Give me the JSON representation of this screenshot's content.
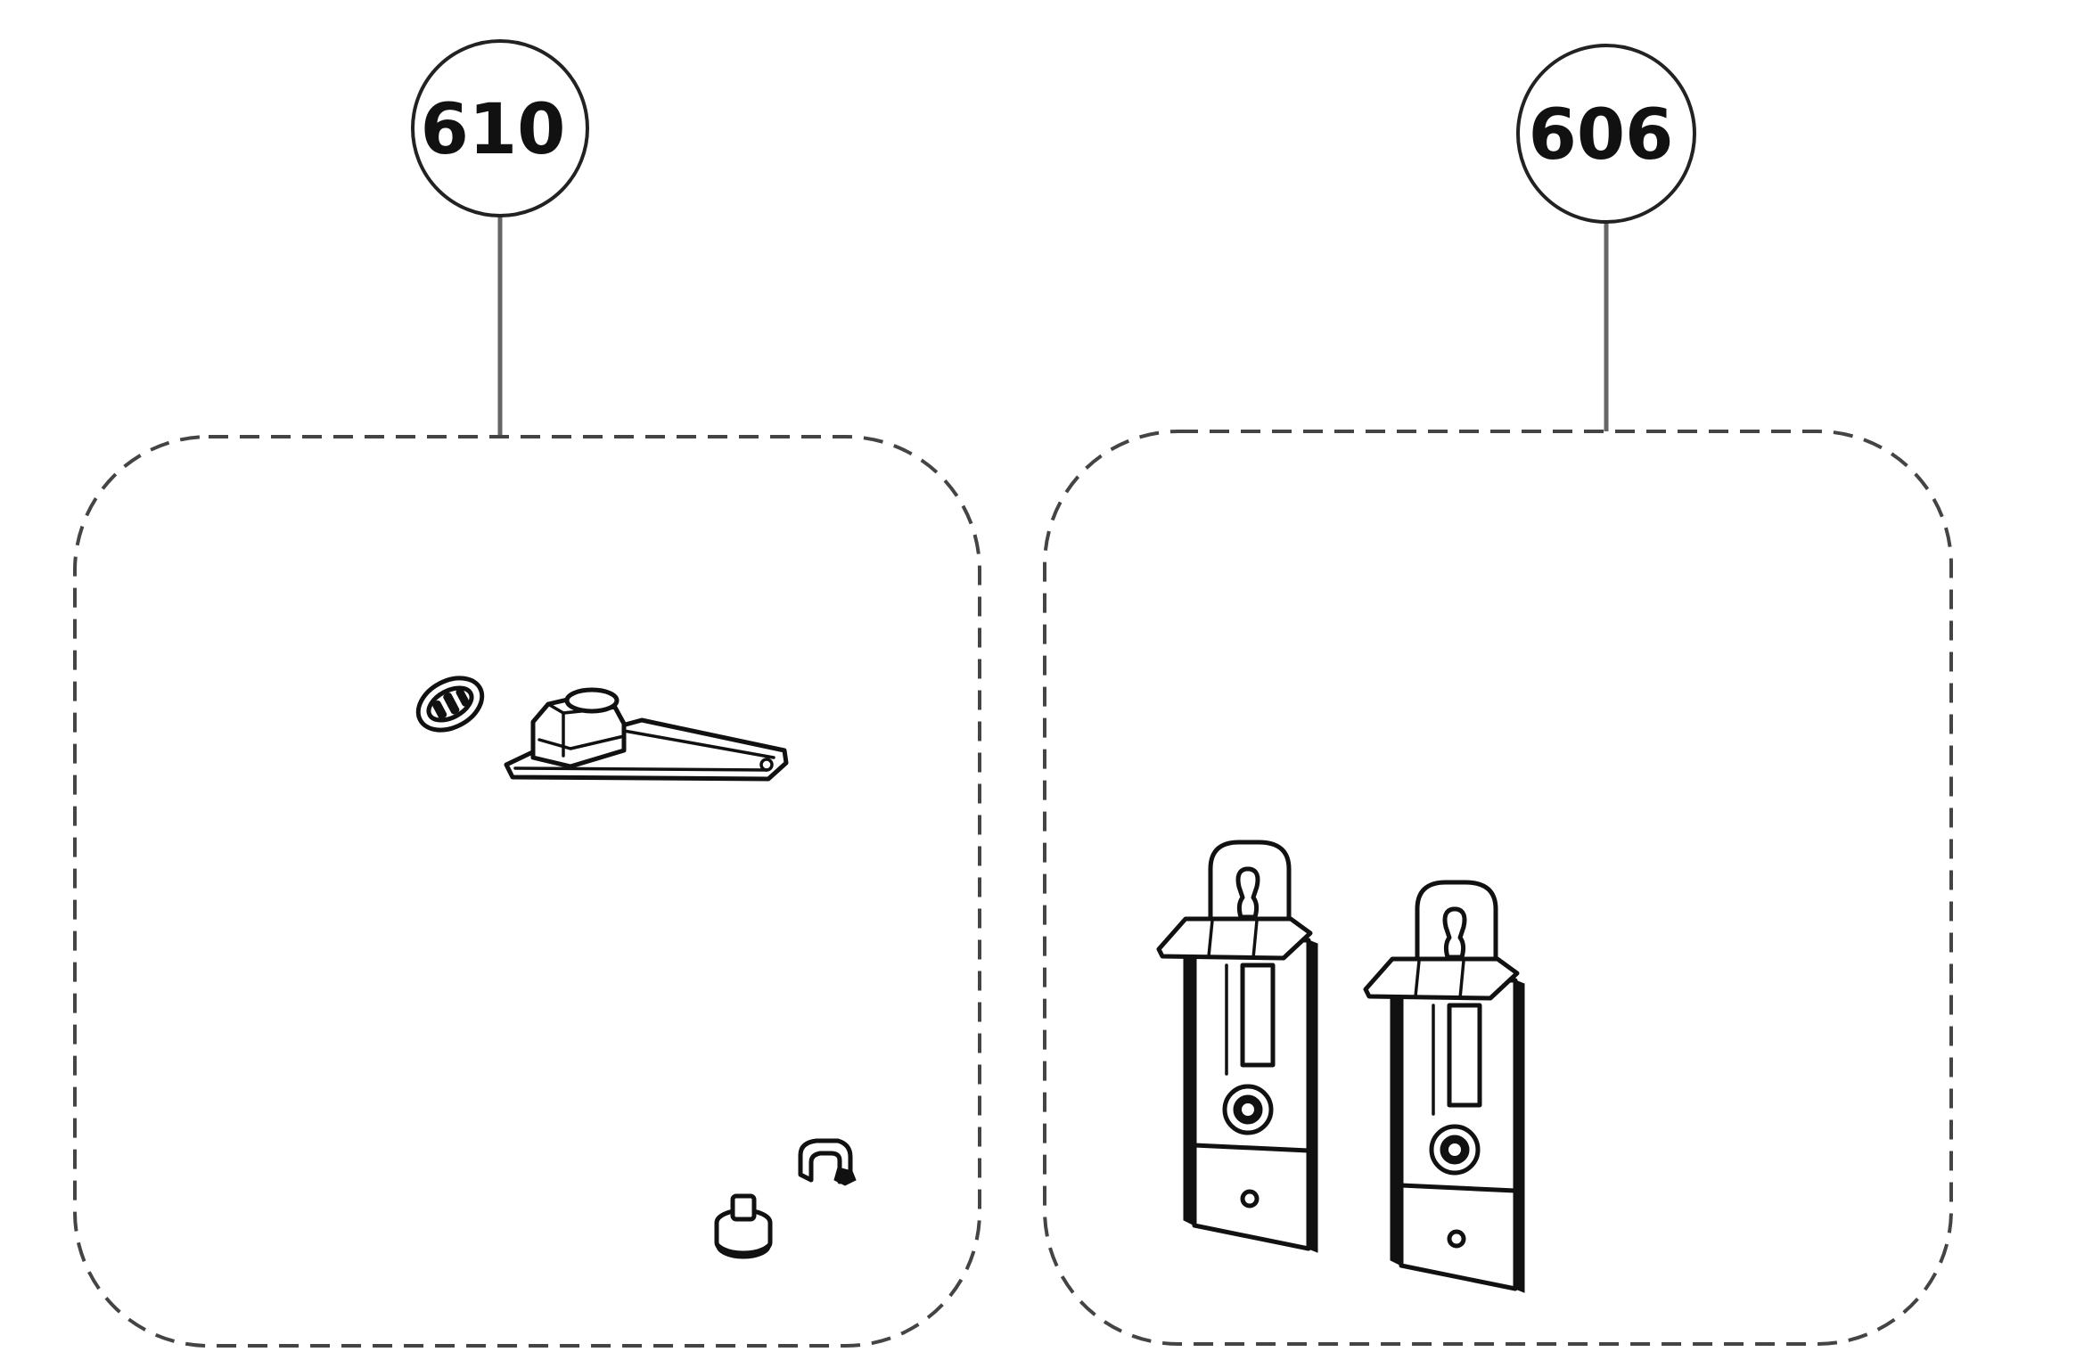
{
  "diagram": {
    "callouts": [
      {
        "id": "left",
        "label": "610"
      },
      {
        "id": "right",
        "label": "606"
      }
    ],
    "colors": {
      "ink": "#111111",
      "dashed_border": "#444444",
      "leader_line": "#666666",
      "background": "#ffffff"
    },
    "icons": [
      "washer-icon",
      "hinge-bracket-icon",
      "screw-cap-icon",
      "clip-icon",
      "mounting-bracket-icon"
    ]
  }
}
